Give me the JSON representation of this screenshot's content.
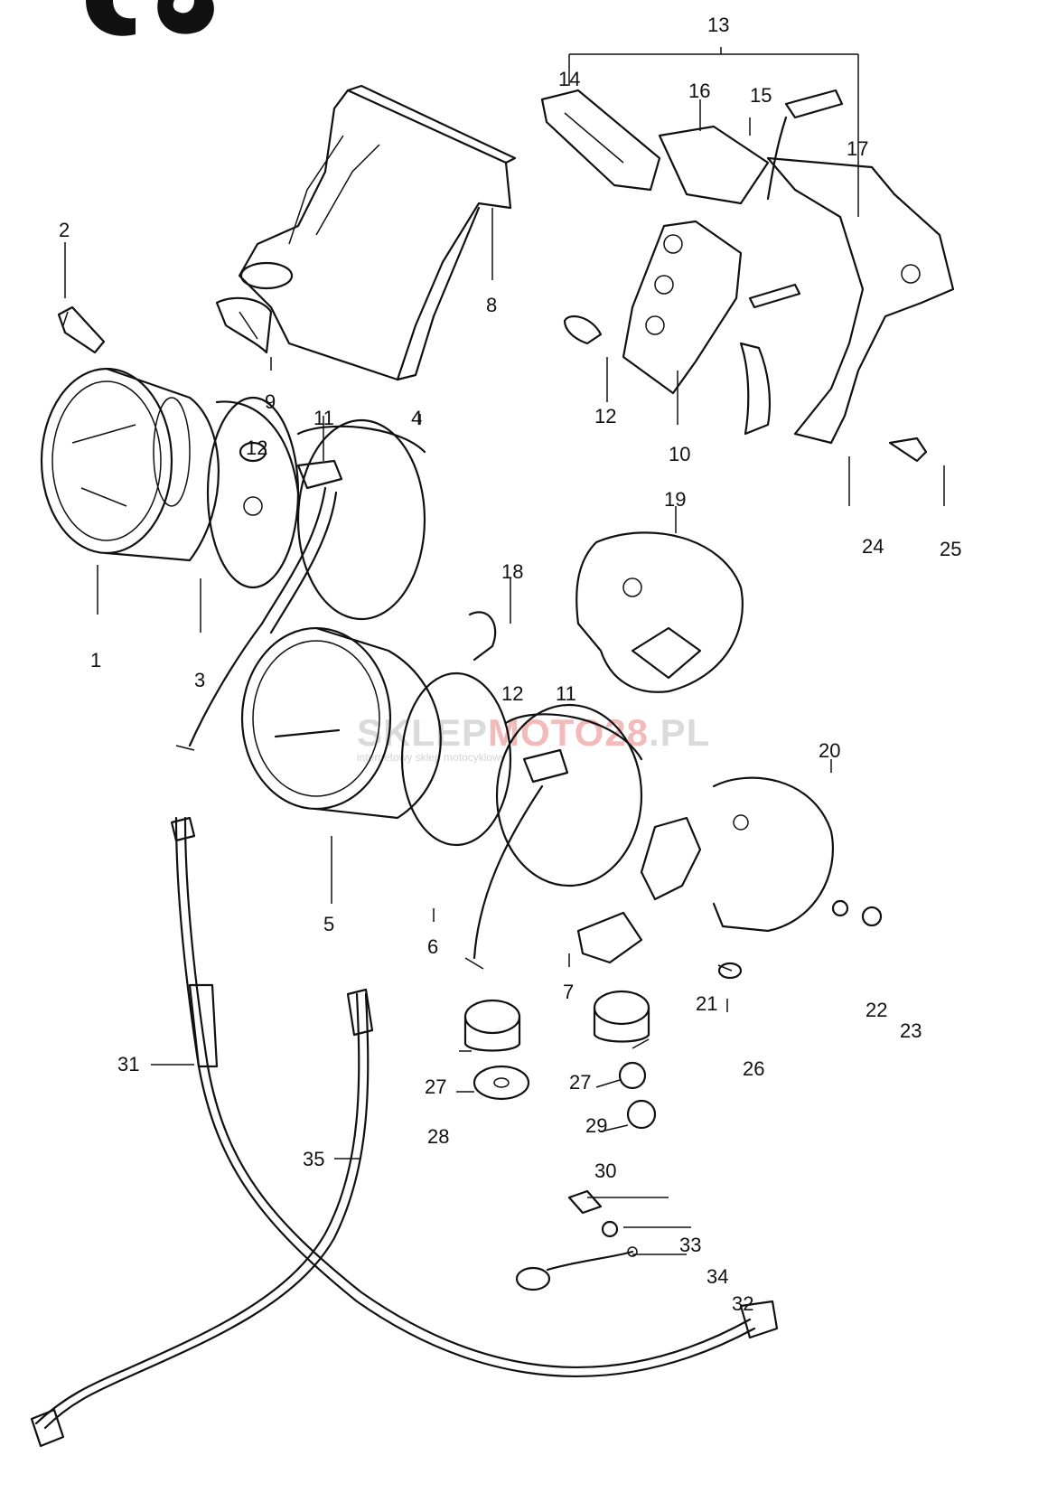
{
  "watermark": {
    "prefix": "SKLEP",
    "accent": "MOTO",
    "num": "2",
    "accent2": "8",
    "suffix": ".PL",
    "sub": "internetowy sklep motocyklowy"
  },
  "callouts": {
    "n1": "1",
    "n2": "2",
    "n3": "3",
    "n4": "4",
    "n5": "5",
    "n6": "6",
    "n7": "7",
    "n8": "8",
    "n9": "9",
    "n10": "10",
    "n11a": "11",
    "n11b": "11",
    "n12a": "12",
    "n12b": "12",
    "n12c": "12",
    "n13": "13",
    "n14": "14",
    "n15": "15",
    "n16": "16",
    "n17": "17",
    "n18": "18",
    "n19": "19",
    "n20": "20",
    "n21": "21",
    "n22": "22",
    "n23": "23",
    "n24": "24",
    "n25": "25",
    "n26": "26",
    "n27a": "27",
    "n27b": "27",
    "n28": "28",
    "n29": "29",
    "n30": "30",
    "n31": "31",
    "n32": "32",
    "n33": "33",
    "n34": "34",
    "n35": "35"
  },
  "colors": {
    "line": "#111111",
    "watermark_gray": "#d7d7d7",
    "watermark_red": "#f2b3b3",
    "background": "#ffffff"
  }
}
